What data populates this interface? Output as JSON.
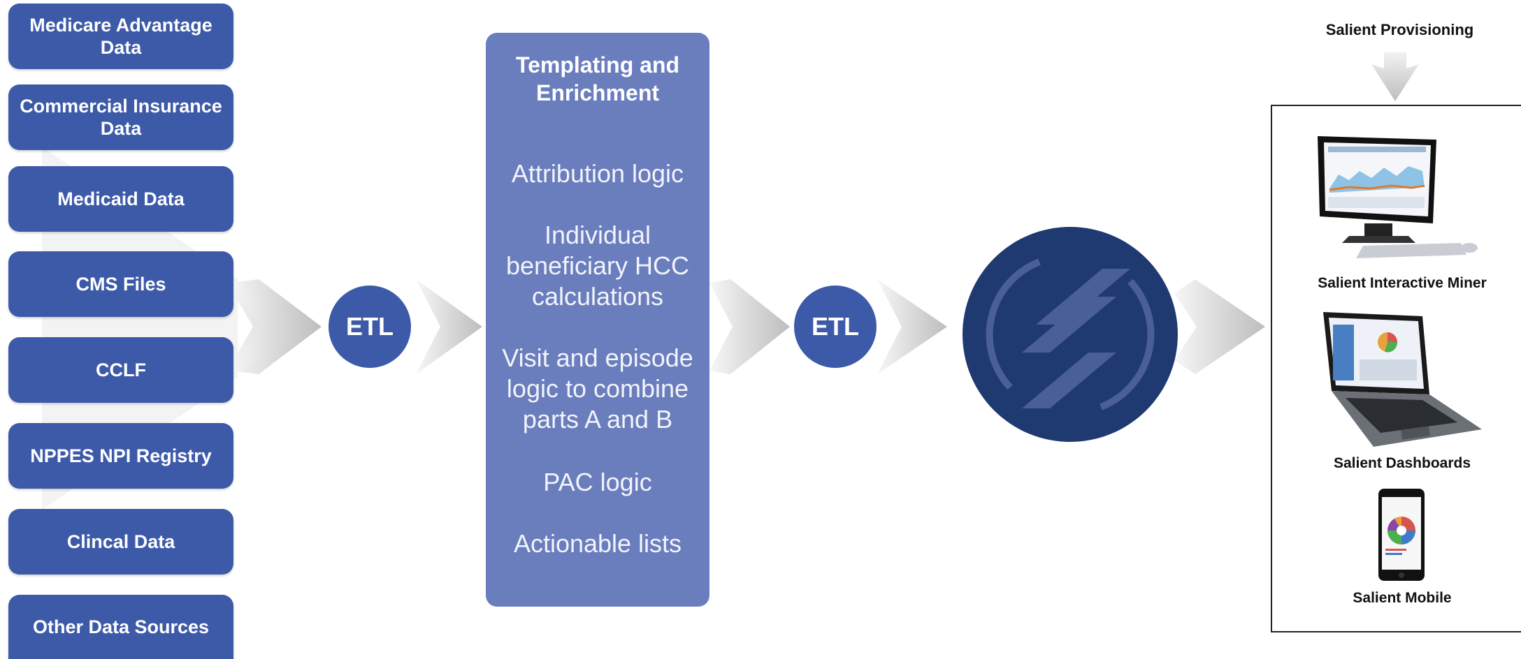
{
  "sources": [
    "Medicare Advantage Data",
    "Commercial Insurance Data",
    "Medicaid Data",
    "CMS Files",
    "CCLF",
    "NPPES NPI Registry",
    "Clincal Data",
    "Other Data Sources"
  ],
  "etl_1": "ETL",
  "etl_2": "ETL",
  "templating": {
    "title": "Templating and Enrichment",
    "items": [
      "Attribution logic",
      "Individual beneficiary HCC calculations",
      "Visit and episode logic to combine parts A and B",
      "PAC logic",
      "Actionable lists"
    ]
  },
  "provisioning_label": "Salient Provisioning",
  "outputs": [
    {
      "label": "Salient Interactive Miner",
      "icon": "desktop-monitor-icon"
    },
    {
      "label": "Salient Dashboards",
      "icon": "laptop-icon"
    },
    {
      "label": "Salient Mobile",
      "icon": "smartphone-icon"
    }
  ],
  "colors": {
    "box_blue": "#3d5aa9",
    "templating_blue": "#6a7dbd",
    "logo_navy": "#1f3a70",
    "arrow_gray": "#cfcfcf"
  }
}
